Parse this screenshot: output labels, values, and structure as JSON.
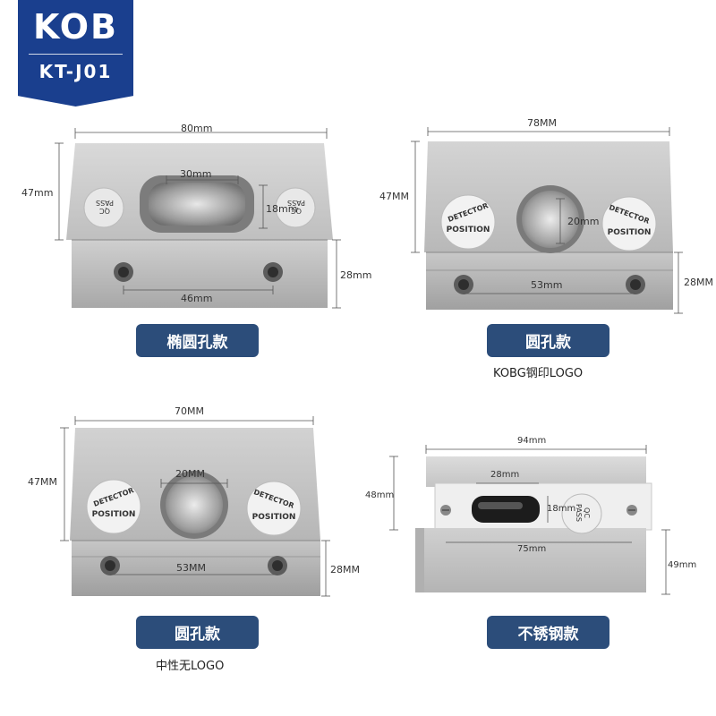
{
  "brand": {
    "logo": "KOB",
    "model": "KT-J01"
  },
  "panels": [
    {
      "width": "80mm",
      "height": "47mm",
      "hole": "30mm",
      "hole_h": "18mm",
      "lower": "28mm",
      "spacing": "46mm",
      "label": "椭圆孔款",
      "note": "",
      "sticker_left": "QC PASS",
      "sticker_right": "QC PASS"
    },
    {
      "width": "78MM",
      "height": "47MM",
      "hole": "20mm",
      "lower": "28MM",
      "spacing": "53mm",
      "label": "圆孔款",
      "note": "KOBG钢印LOGO",
      "sticker_top": "DETECTOR",
      "sticker_bottom": "POSITION"
    },
    {
      "width": "70MM",
      "height": "47MM",
      "hole": "20MM",
      "lower": "28MM",
      "spacing": "53MM",
      "label": "圆孔款",
      "note": "中性无LOGO",
      "sticker_top": "DETECTOR",
      "sticker_bottom": "POSITION"
    },
    {
      "width": "94mm",
      "height": "48mm",
      "hole": "28mm",
      "hole_h": "18mm",
      "lower": "49mm",
      "spacing": "75mm",
      "label": "不锈钢款",
      "note": "",
      "sticker": "QC PASS"
    }
  ]
}
